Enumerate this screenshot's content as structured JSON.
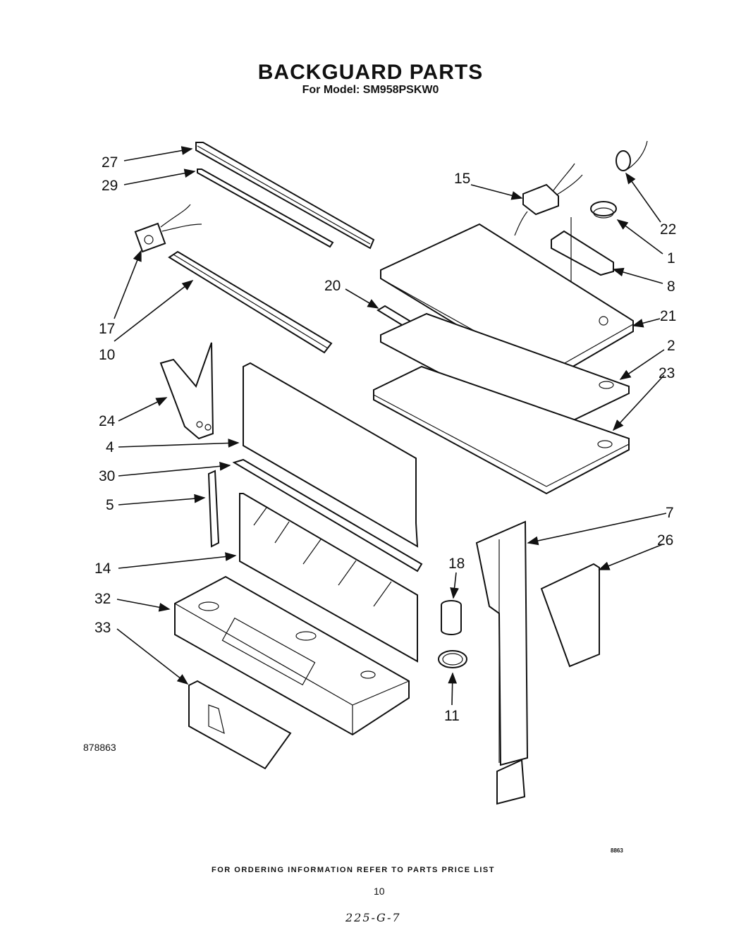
{
  "header": {
    "title": "BACKGUARD PARTS",
    "subtitle": "For Model: SM958PSKW0"
  },
  "callouts": [
    {
      "id": "27",
      "label": "27"
    },
    {
      "id": "29",
      "label": "29"
    },
    {
      "id": "17",
      "label": "17"
    },
    {
      "id": "10",
      "label": "10"
    },
    {
      "id": "15",
      "label": "15"
    },
    {
      "id": "22",
      "label": "22"
    },
    {
      "id": "1",
      "label": "1"
    },
    {
      "id": "8",
      "label": "8"
    },
    {
      "id": "20",
      "label": "20"
    },
    {
      "id": "21",
      "label": "21"
    },
    {
      "id": "2",
      "label": "2"
    },
    {
      "id": "23",
      "label": "23"
    },
    {
      "id": "24",
      "label": "24"
    },
    {
      "id": "4",
      "label": "4"
    },
    {
      "id": "30",
      "label": "30"
    },
    {
      "id": "5",
      "label": "5"
    },
    {
      "id": "7",
      "label": "7"
    },
    {
      "id": "26",
      "label": "26"
    },
    {
      "id": "14",
      "label": "14"
    },
    {
      "id": "18",
      "label": "18"
    },
    {
      "id": "32",
      "label": "32"
    },
    {
      "id": "33",
      "label": "33"
    },
    {
      "id": "11",
      "label": "11"
    }
  ],
  "footer": {
    "ordering_note": "FOR ORDERING INFORMATION REFER TO PARTS PRICE LIST",
    "doc_number": "878863",
    "page_number": "10",
    "handwritten_note": "225-G-7",
    "small_code": "8863"
  }
}
